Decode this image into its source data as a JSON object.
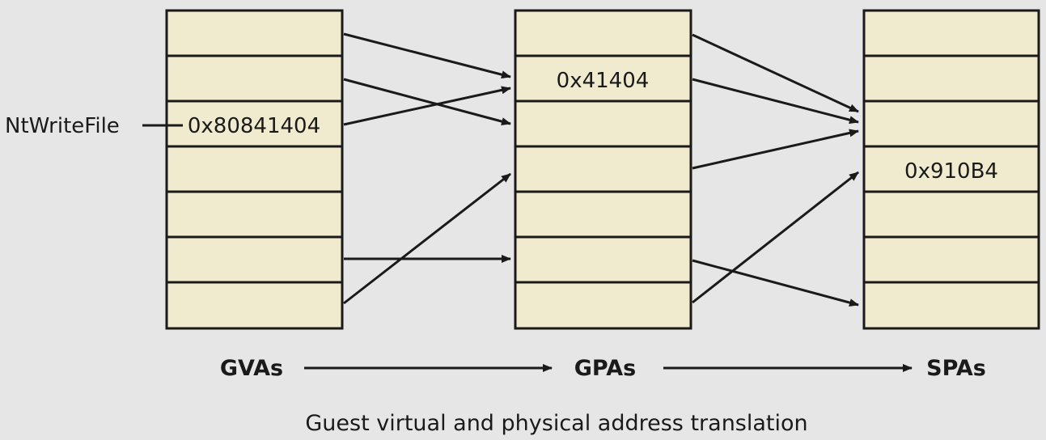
{
  "diagram": {
    "caption": "Guest virtual and physical address translation",
    "columns": {
      "gva": {
        "label": "GVAs",
        "row_count": 7,
        "highlight_row": 2,
        "address": "0x80841404"
      },
      "gpa": {
        "label": "GPAs",
        "row_count": 7,
        "highlight_row": 1,
        "address": "0x41404"
      },
      "spa": {
        "label": "SPAs",
        "row_count": 7,
        "highlight_row": 3,
        "address": "0x910B4"
      }
    },
    "pointer_label": "NtWriteFile",
    "colors": {
      "background": "#e6e6e6",
      "cell_fill": "#f0ebcf",
      "stroke": "#1a1a1a"
    }
  }
}
